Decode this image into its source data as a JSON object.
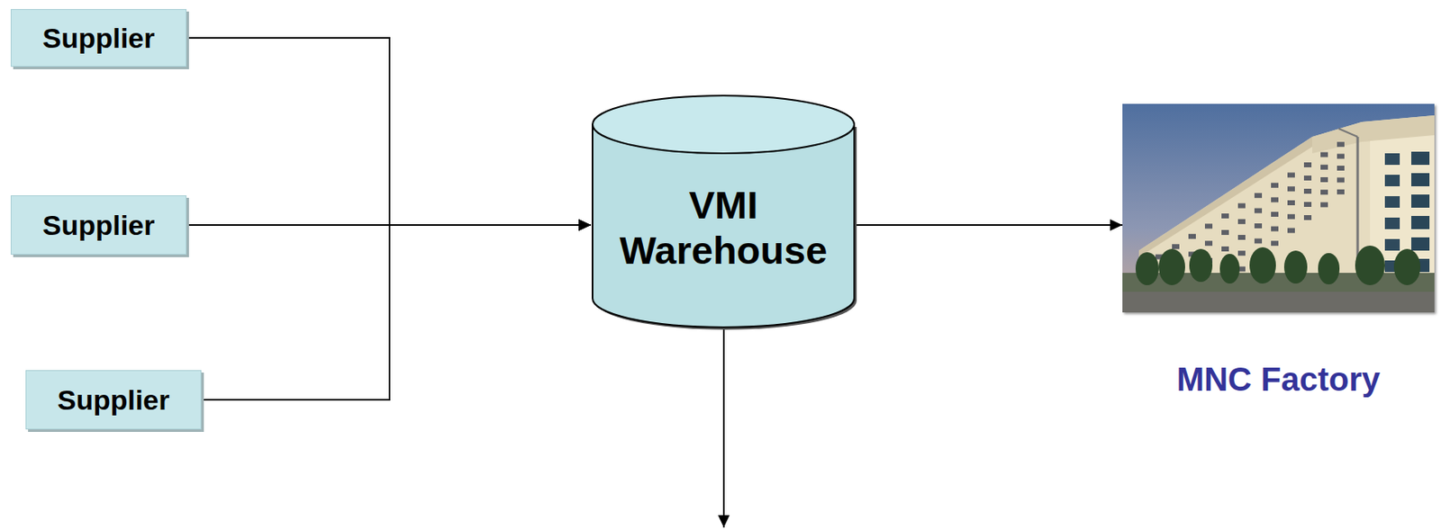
{
  "diagram": {
    "nodes": [
      {
        "text": [
          "Supplier"
        ]
      },
      {
        "text": [
          "Supplier"
        ]
      },
      {
        "text": [
          "Supplier"
        ]
      },
      {
        "text": [
          "VMI Warehouse"
        ]
      },
      {
        "text": [
          "MNC Factory"
        ]
      }
    ],
    "edges": [
      {
        "from": 0,
        "to": 3,
        "arrow": "to"
      },
      {
        "from": 1,
        "to": 3,
        "arrow": "to"
      },
      {
        "from": 2,
        "to": 3,
        "arrow": "to"
      },
      {
        "from": 3,
        "to": 4,
        "arrow": "to"
      }
    ]
  }
}
